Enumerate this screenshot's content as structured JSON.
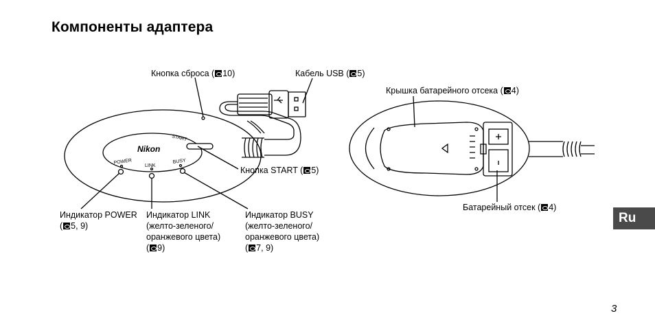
{
  "title": "Компоненты адаптера",
  "callouts": {
    "reset": {
      "text": "Кнопка сброса (",
      "ref": "10)"
    },
    "usb": {
      "text": "Кабель USB (",
      "ref": "5)"
    },
    "cover": {
      "text": "Крышка батарейного отсека (",
      "ref": "4)"
    },
    "start": {
      "text": "Кнопка START (",
      "ref": "5)"
    },
    "battery": {
      "text": "Батарейный отсек (",
      "ref": "4)"
    },
    "power": {
      "line1": "Индикатор POWER",
      "line2_ref": "5, 9)",
      "line2_pre": "("
    },
    "link": {
      "line1": "Индикатор LINK",
      "line2": "(желто-зеленого/",
      "line3": "оранжевого цвета)",
      "line4_pre": "(",
      "line4_ref": "9)"
    },
    "busy": {
      "line1": "Индикатор BUSY",
      "line2": "(желто-зеленого/",
      "line3": "оранжевого цвета)",
      "line4_pre": "(",
      "line4_ref": "7, 9)"
    }
  },
  "device": {
    "brand": "Nikon",
    "start_label": "START",
    "power_label": "POWER",
    "link_label": "LINK",
    "busy_label": "BUSY"
  },
  "lang_tab": "Ru",
  "page_number": "3"
}
